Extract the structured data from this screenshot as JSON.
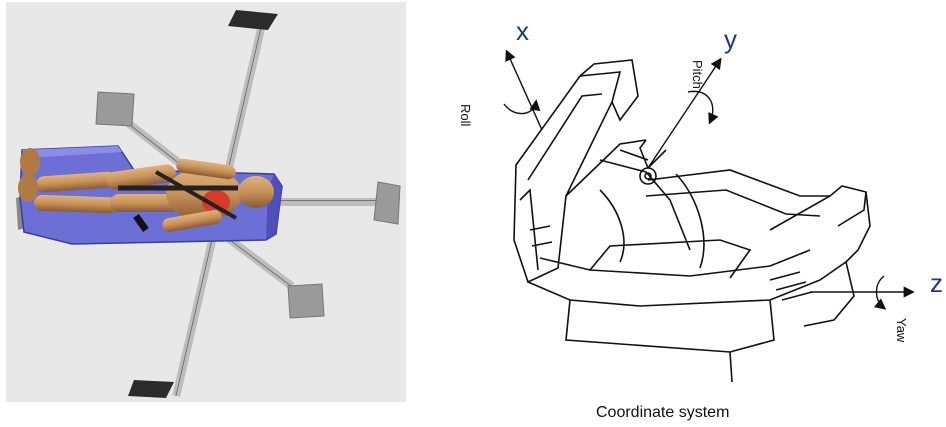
{
  "figure": {
    "left_illustration": "crash-test dummy on sled with springs",
    "right_illustration": "seat frame with coordinate axes"
  },
  "axes": {
    "x_label": "x",
    "y_label": "y",
    "z_label": "z"
  },
  "rotations": {
    "roll": "Roll",
    "pitch": "Pitch",
    "yaw": "Yaw"
  },
  "caption": "Coordinate system",
  "colors": {
    "panel_bg": "#e8e8e8",
    "seat_blue": "#6b6fd6",
    "dummy_tan": "#c8915a",
    "axis_text": "#1f3a78",
    "spring": "#7a7a7a",
    "plate": "#9a9a9a"
  }
}
